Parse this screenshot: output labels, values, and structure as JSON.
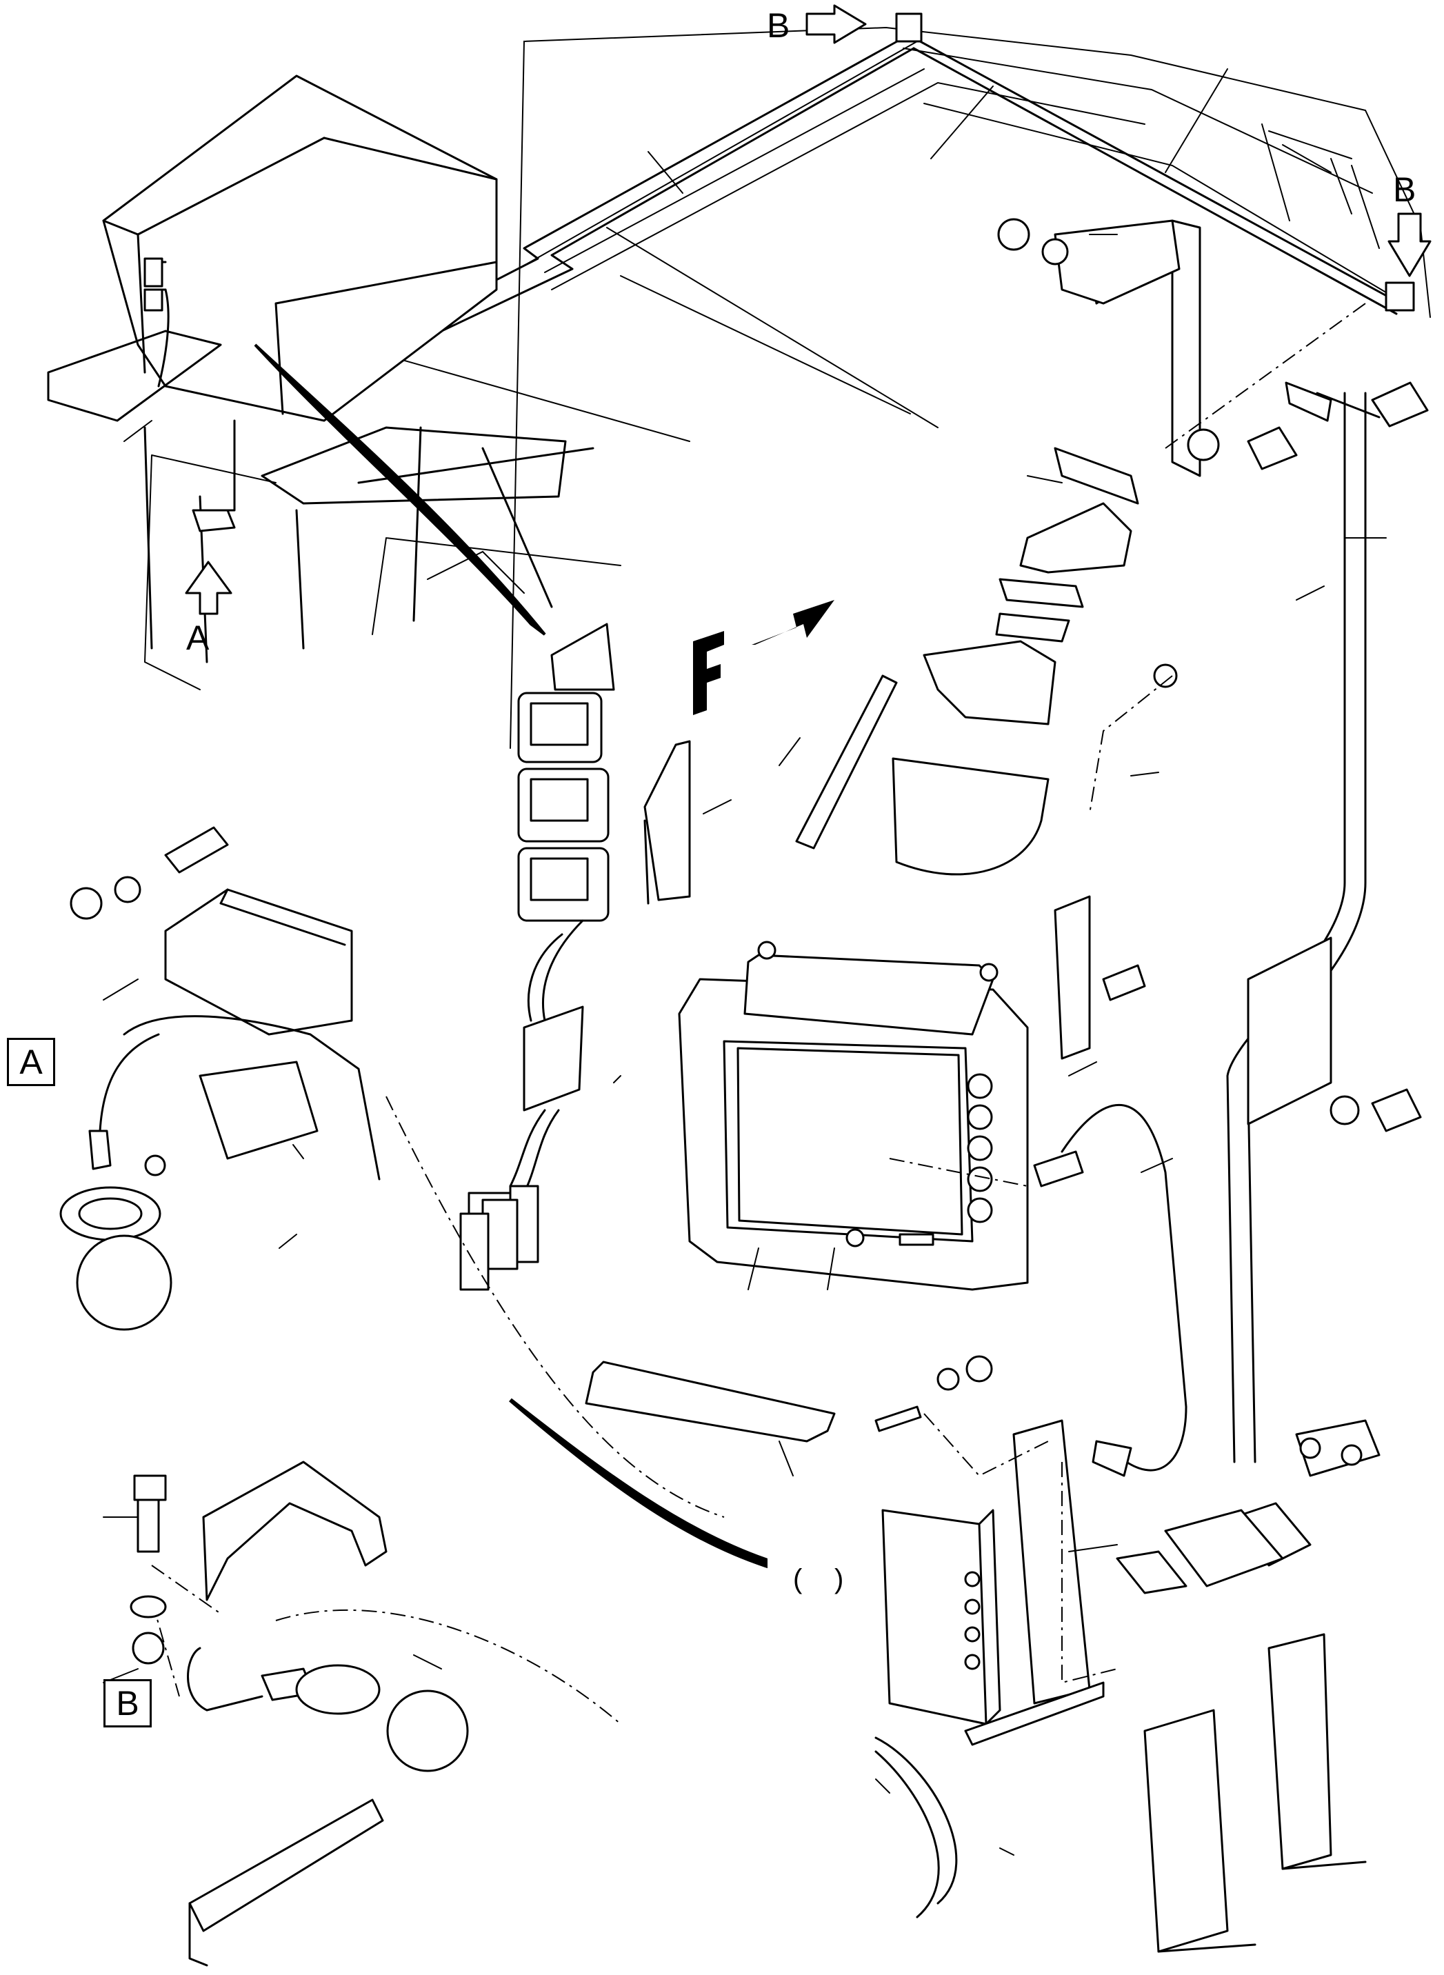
{
  "labels": {
    "view_a_arrow": "A",
    "view_b_arrow_top": "B",
    "view_b_arrow_right": "B",
    "detail_a": "A",
    "detail_b": "B",
    "front_direction": "F",
    "module_paren_open": "(",
    "module_paren_close": ")"
  }
}
